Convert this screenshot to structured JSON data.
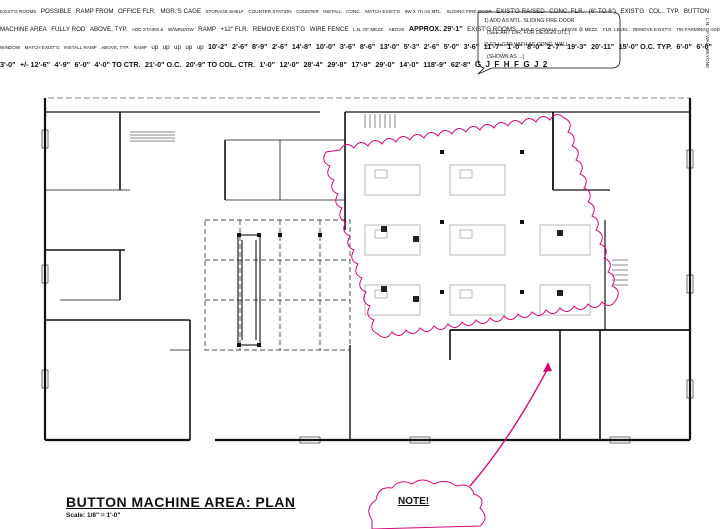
{
  "title": "BUTTON MACHINE AREA: PLAN",
  "scale": "Scale: 1/8\" = 1'-0\"",
  "note_header": "NOTE!",
  "top_note": [
    "1) ADD AS MTL. SLIDING FIRE DOOR",
    "(SEE ART DIR. FOR DESIGN DTL.)",
    "2) FILL GAP WITH AS CONC. WALL",
    "(SHOWN AS ...)"
  ],
  "right_edge_note": "L.N. OF WALL BEYOND",
  "labels": {
    "exist_rooms_top": "EXIST'G ROOMS",
    "possible_ramp": [
      "POSSIBLE",
      "RAMP FROM",
      "OFFICE FLR."
    ],
    "mgr_cage": "MGR.'S CAGE",
    "storage": [
      "STORAGE SHELF",
      "COUNTER STATION"
    ],
    "counter": "COUNTER",
    "install_fire_door": [
      "INSTALL",
      "CONC."
    ],
    "match_existg": [
      "MATCH EXIST'G"
    ],
    "sliding_fire_door": [
      "8W X 7H AS MTL.",
      "SLIDING FIRE DOOR"
    ],
    "exist_raised": [
      "EXIST'G RAISED",
      "CONC. FLR.",
      "(6\" TO 8\")"
    ],
    "exist_col": [
      "EXIST'G",
      "COL., TYP."
    ],
    "button_area": [
      "BUTTON",
      "MACHINE AREA"
    ],
    "fully_rod": [
      "FULLY ROD",
      "ABOVE, TYP."
    ],
    "add_stairs": [
      "ADD STAIRS &",
      "W/WINDOW"
    ],
    "ramp": "RAMP",
    "flr_12": "+12\" FLR.",
    "remove_fence": [
      "REMOVE EXIST'G",
      "WIRE FENCE"
    ],
    "ln_mezz": [
      "L.N. OF MEZZ.",
      "ABOVE"
    ],
    "approx": "APPROX. 29'-1\"",
    "exist_rooms_bottom": "EXIST'G ROOMS",
    "build_catwalk": [
      "BUILD CATWALK",
      "ABOVE @ MEZZ.",
      "FLR. LEVEL"
    ],
    "remove_existg_tin": [
      "REMOVE EXIST'G",
      "TIN FARMING"
    ],
    "add_window": [
      "ADD WINDOW",
      "MATCH EXIST'G"
    ],
    "install_ramp": [
      "INSTALL RAMP",
      "ABOVE, TYP."
    ],
    "ramp_small": "RAMP",
    "up": "up"
  },
  "dimensions_teal": {
    "d10_2": "10'-2\"",
    "d2_6a": "2'-6\"",
    "d8_9": "8'-9\"",
    "d2_6b": "2'-6\"",
    "d14_8": "14'-8\"",
    "d10_0": "10'-0\"",
    "d3_6": "3'-6\"",
    "d8_6": "8'-6\"",
    "d13_0": "13'-0\"",
    "d5_3": "5'-3\"",
    "d2_6c": "2'-6\"",
    "d5_0": "5'-0\"",
    "d3_6b": "3'-6\"",
    "d11_7": "11'-7\"",
    "d1_0": "1'-0\"",
    "d8_0": "8'-0\"",
    "d2_7": "2'-7\"",
    "d19_3": "19'-3\"",
    "d20_11": "20'-11\"",
    "d15_0oc": "15'-0\" O.C. TYP.",
    "d6_0a": "6'-0\"",
    "d6_0b": "6'-0\"",
    "d3_0": "3'-0\"",
    "d12_6": "+/- 12'-6\"",
    "d4_9": "4'-9\"",
    "d6_0c": "6'-0\"",
    "d4_0ctr": "4'-0\" TO CTR.",
    "d21_0oc": "21'-0\" O.C.",
    "d20_9col": "20'-9\" TO COL. CTR.",
    "d1_0b": "1'-0\"",
    "d12_0": "12'-0\""
  },
  "dimensions_black": {
    "d28_4": "28'-4\"",
    "d29_8": "29'-8\"",
    "d17_9": "17'-9\"",
    "d29_0": "29'-0\"",
    "d14_0": "14'-0\"",
    "d118_9": "118'-9\"",
    "d62_8": "62'-8\""
  },
  "grid_tags": {
    "g_top": "G",
    "j_top": "J",
    "f_left": "F",
    "h_left": "H",
    "f_right": "F",
    "g_bottom": "G",
    "j_bottom": "J",
    "rev_2": "2"
  },
  "colors": {
    "magenta": "#d10a78",
    "teal": "#0f8a7e",
    "line": "#111111"
  }
}
